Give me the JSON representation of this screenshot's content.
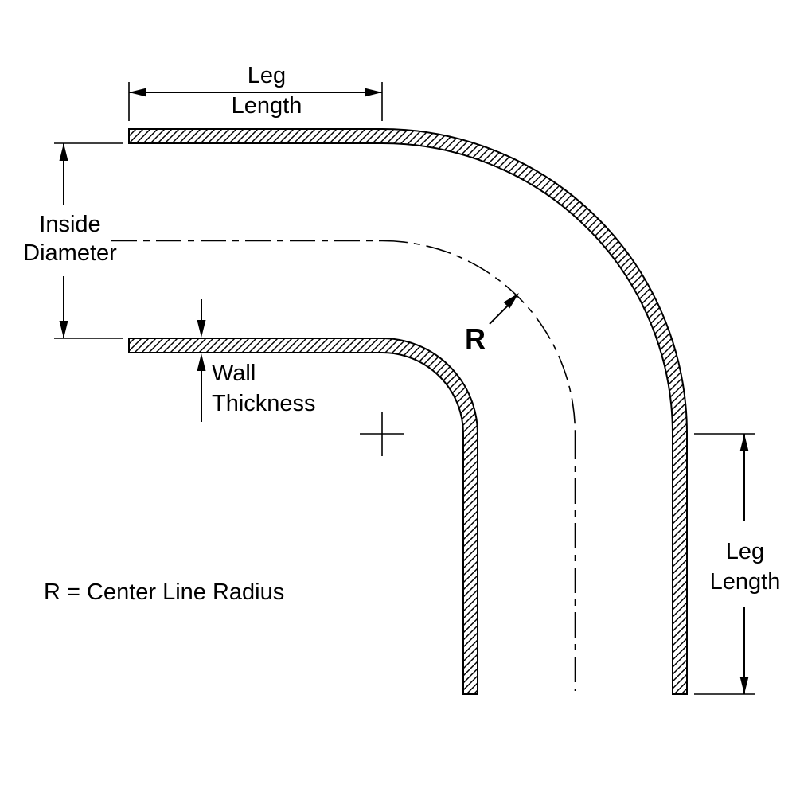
{
  "diagram": {
    "title": "90 degree elbow tube dimension drawing",
    "labels": {
      "leg_length_top_line1": "Leg",
      "leg_length_top_line2": "Length",
      "inside_diameter_line1": "Inside",
      "inside_diameter_line2": "Diameter",
      "wall_thickness_line1": "Wall",
      "wall_thickness_line2": "Thickness",
      "radius_symbol": "R",
      "radius_note": "R = Center Line Radius",
      "leg_length_right_line1": "Leg",
      "leg_length_right_line2": "Length"
    },
    "colors": {
      "inside_diameter_text": "#ee0000",
      "line": "#000000",
      "background": "#ffffff"
    }
  }
}
